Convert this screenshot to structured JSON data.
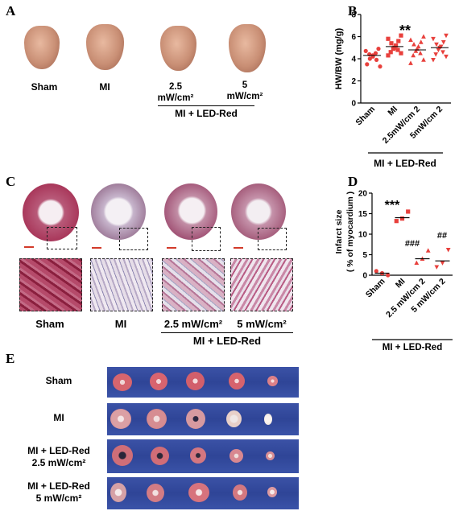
{
  "panelA": {
    "letter": "A",
    "groups": [
      "Sham",
      "MI",
      "2.5 mW/cm²",
      "5 mW/cm²"
    ],
    "label_25_line1": "2.5",
    "label_25_line2": "mW/cm²",
    "label_5_line1": "5",
    "label_5_line2": "mW/cm²",
    "bracket": "MI + LED-Red"
  },
  "panelB": {
    "letter": "B",
    "sig": "**",
    "bracket": "MI + LED-Red"
  },
  "panelC": {
    "letter": "C",
    "labels": [
      "Sham",
      "MI",
      "2.5 mW/cm²",
      "5 mW/cm²"
    ],
    "bracket": "MI + LED-Red"
  },
  "panelD": {
    "letter": "D",
    "sig_mi": "***",
    "sig_25": "###",
    "sig_5": "##",
    "bracket": "MI + LED-Red"
  },
  "panelE": {
    "letter": "E",
    "rows": [
      {
        "line1": "Sham",
        "line2": ""
      },
      {
        "line1": "MI",
        "line2": ""
      },
      {
        "line1": "MI + LED-Red",
        "line2": "2.5 mW/cm²"
      },
      {
        "line1": "MI + LED-Red",
        "line2": "5 mW/cm²"
      }
    ]
  },
  "chart_data": [
    {
      "type": "scatter",
      "ylabel": "HW/BW (mg/g)",
      "categories": [
        "Sham",
        "MI",
        "2.5mW/cm 2",
        "5mW/cm 2"
      ],
      "ylim": [
        0,
        8
      ],
      "yticks": [
        0,
        2,
        4,
        6,
        8
      ],
      "color": "#e8403c",
      "series": [
        {
          "category": "Sham",
          "marker": "circle",
          "values": [
            4.9,
            4.7,
            4.5,
            4.4,
            4.3,
            4.2,
            4.0,
            3.9,
            3.5,
            3.3
          ],
          "mean": 4.3
        },
        {
          "category": "MI",
          "marker": "square",
          "values": [
            6.1,
            5.8,
            5.6,
            5.4,
            5.2,
            5.0,
            4.9,
            4.8,
            4.6,
            4.5,
            4.3
          ],
          "mean": 5.1
        },
        {
          "category": "2.5mW/cm 2",
          "marker": "triangle",
          "values": [
            6.0,
            5.7,
            5.5,
            5.3,
            5.1,
            4.9,
            4.7,
            4.5,
            4.3,
            3.9,
            3.6
          ],
          "mean": 4.8
        },
        {
          "category": "5mW/cm 2",
          "marker": "triangle-down",
          "values": [
            6.1,
            5.8,
            5.5,
            5.3,
            5.1,
            5.0,
            4.8,
            4.6,
            4.4,
            4.2,
            3.9
          ],
          "mean": 5.0
        }
      ]
    },
    {
      "type": "scatter",
      "ylabel_line1": "Infarct size",
      "ylabel_line2": "( % of  myocardium )",
      "categories": [
        "Sham",
        "MI",
        "2.5 mW/cm 2",
        "5 mW/cm 2"
      ],
      "ylim": [
        0,
        20
      ],
      "yticks": [
        0,
        5,
        10,
        15,
        20
      ],
      "color": "#e8403c",
      "series": [
        {
          "category": "Sham",
          "marker": "circle",
          "values": [
            0.0,
            0.5,
            1.0
          ],
          "mean": 0.5
        },
        {
          "category": "MI",
          "marker": "square",
          "values": [
            15.5,
            13.8,
            13.2
          ],
          "mean": 14.0
        },
        {
          "category": "2.5 mW/cm 2",
          "marker": "triangle",
          "values": [
            6.0,
            4.0,
            3.0
          ],
          "mean": 4.0
        },
        {
          "category": "5 mW/cm 2",
          "marker": "triangle-down",
          "values": [
            6.2,
            3.0,
            2.0
          ],
          "mean": 3.5
        }
      ]
    }
  ]
}
